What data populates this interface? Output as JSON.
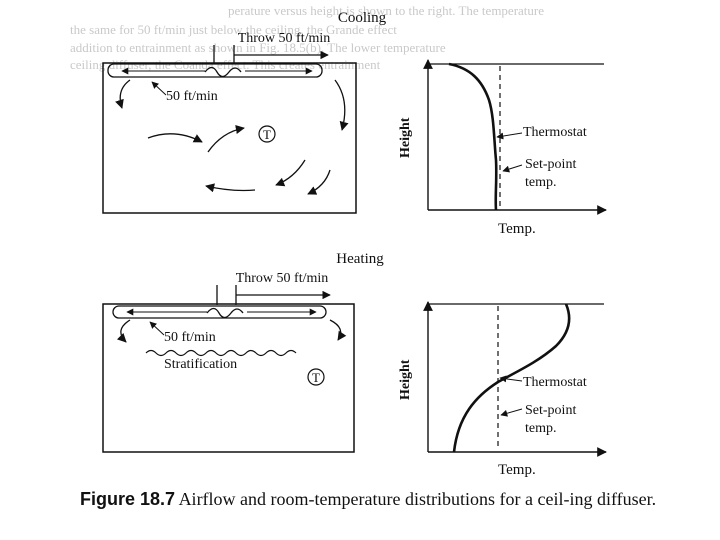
{
  "background_text": {
    "line1": "perature versus height is shown to the right. The temperature",
    "line2": "the same for 50 ft/min just below the ceiling, the Grande effect",
    "line3": "addition to entrainment as shown in Fig. 18.5(b). The lower temperature",
    "line4": "ceiling diffuser, the Coanda effect. This creates entrainment"
  },
  "cooling": {
    "section_title": "Cooling",
    "throw_label": "Throw 50 ft/min",
    "velocity_label": "50 ft/min",
    "thermostat_symbol": "T",
    "graph": {
      "ylabel": "Height",
      "xlabel": "Temp.",
      "thermostat_label": "Thermostat",
      "setpoint_label_line1": "Set-point",
      "setpoint_label_line2": "temp."
    }
  },
  "heating": {
    "section_title": "Heating",
    "throw_label": "Throw 50 ft/min",
    "velocity_label": "50 ft/min",
    "stratification_label": "Stratification",
    "thermostat_symbol": "T",
    "graph": {
      "ylabel": "Height",
      "xlabel": "Temp.",
      "thermostat_label": "Thermostat",
      "setpoint_label_line1": "Set-point",
      "setpoint_label_line2": "temp."
    }
  },
  "caption": {
    "label": "Figure 18.7",
    "text": "Airflow and room-temperature distributions for a ceil-ing diffuser."
  }
}
